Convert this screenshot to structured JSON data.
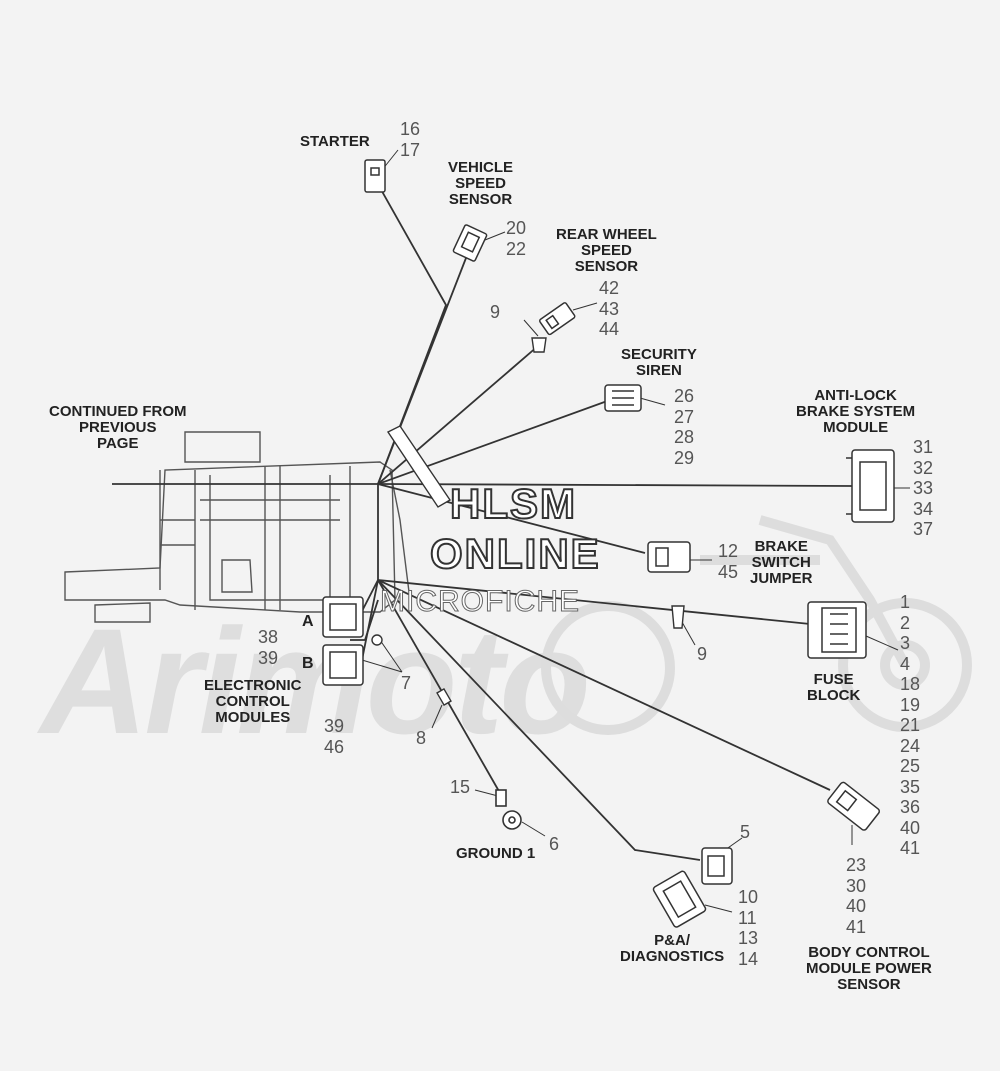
{
  "watermark": {
    "line1": "HLSM",
    "line2": "ONLINE",
    "line3": "MICROFICHE",
    "brand": "Arimoto"
  },
  "labels": {
    "starter": "STARTER",
    "vehicle_speed_sensor": "VEHICLE\nSPEED\nSENSOR",
    "rear_wheel_speed_sensor": "REAR WHEEL\nSPEED\nSENSOR",
    "security_siren": "SECURITY\nSIREN",
    "abs_module": "ANTI-LOCK\nBRAKE SYSTEM\nMODULE",
    "continued": "CONTINUED FROM\nPREVIOUS\nPAGE",
    "brake_switch_jumper": "BRAKE\nSWITCH\nJUMPER",
    "fuse_block": "FUSE\nBLOCK",
    "ecm": "ELECTRONIC\nCONTROL\nMODULES",
    "ecm_a": "A",
    "ecm_b": "B",
    "ground": "GROUND 1",
    "pa_diagnostics": "P&A/\nDIAGNOSTICS",
    "bcm_power_sensor": "BODY CONTROL\nMODULE POWER\nSENSOR"
  },
  "callouts": {
    "starter": "16\n17",
    "vehicle_speed_sensor": "20\n22",
    "rear_wheel_speed_sensor": "42\n43\n44",
    "rear_wheel_clip": "9",
    "security_siren": "26\n27\n28\n29",
    "abs_module": "31\n32\n33\n34\n37",
    "brake_switch_jumper": "12\n45",
    "fuse_block": "1\n2\n3\n4\n18\n19\n21\n24\n25\n35\n36\n40\n41",
    "fuse_clip": "9",
    "ecm_a": "38\n39",
    "ecm_b": "39\n46",
    "ecm_clip": "7",
    "tie": "8",
    "ground_fastener": "15",
    "ground_terminal": "6",
    "pa_cap": "5",
    "pa_connector": "10\n11\n13\n14",
    "bcm_connector": "23\n30\n40\n41"
  }
}
